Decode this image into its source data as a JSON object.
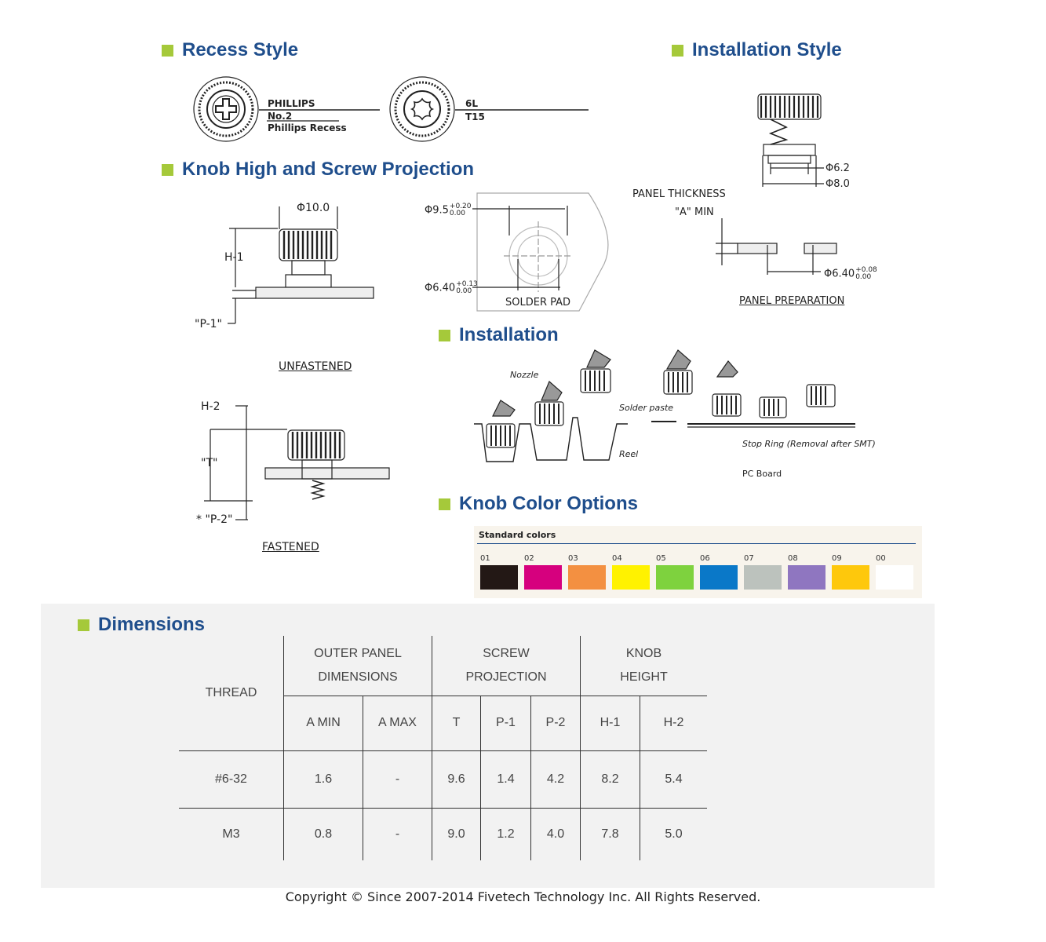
{
  "headings": {
    "recess_style": "Recess Style",
    "installation_style": "Installation Style",
    "knob_high": "Knob High and Screw Projection",
    "installation": "Installation",
    "knob_color": "Knob Color Options",
    "dimensions": "Dimensions"
  },
  "recess": {
    "phillips_line1": "PHILLIPS",
    "phillips_line2": "No.2",
    "phillips_line3": "Phillips Recess",
    "torx_line1": "6L",
    "torx_line2": "T15"
  },
  "install_style": {
    "d1": "Φ6.2",
    "d2": "Φ8.0",
    "panel_thickness": "PANEL THICKNESS",
    "a_min": "\"A\" MIN",
    "hole_base": "Φ6.40",
    "hole_tol_up": "+0.08",
    "hole_tol_down": "0.00",
    "panel_preparation": "PANEL PREPARATION"
  },
  "solder_pad": {
    "outer_base": "Φ9.5",
    "outer_tol_up": "+0.20",
    "outer_tol_down": "0.00",
    "inner_base": "Φ6.40",
    "inner_tol_up": "+0.13",
    "inner_tol_down": "0.00",
    "label": "SOLDER PAD"
  },
  "knob_high": {
    "dia": "Φ10.0",
    "h1": "H-1",
    "p1": "\"P-1\"",
    "unfastened": "UNFASTENED",
    "h2": "H-2",
    "t": "\"T\"",
    "p2": "* \"P-2\"",
    "fastened": "FASTENED"
  },
  "installation": {
    "nozzle": "Nozzle",
    "solder_paste": "Solder paste",
    "reel": "Reel",
    "stop_ring": "Stop Ring (Removal after SMT)",
    "pc_board": "PC Board"
  },
  "colors": {
    "title": "Standard colors",
    "swatches": [
      {
        "code": "01",
        "color": "#231815"
      },
      {
        "code": "02",
        "color": "#d6007e"
      },
      {
        "code": "03",
        "color": "#f39041"
      },
      {
        "code": "04",
        "color": "#fff200"
      },
      {
        "code": "05",
        "color": "#7ed23e"
      },
      {
        "code": "06",
        "color": "#0a78c8"
      },
      {
        "code": "07",
        "color": "#bcc2bd"
      },
      {
        "code": "08",
        "color": "#8f76c0"
      },
      {
        "code": "09",
        "color": "#fec80c"
      },
      {
        "code": "00",
        "color": "#ffffff"
      }
    ]
  },
  "dimensions": {
    "thread": "THREAD",
    "outer_panel_1": "OUTER PANEL",
    "outer_panel_2": "DIMENSIONS",
    "screw_proj_1": "SCREW",
    "screw_proj_2": "PROJECTION",
    "knob_height_1": "KNOB",
    "knob_height_2": "HEIGHT",
    "sub": [
      "A MIN",
      "A MAX",
      "T",
      "P-1",
      "P-2",
      "H-1",
      "H-2"
    ],
    "rows": [
      [
        "#6-32",
        "1.6",
        "-",
        "9.6",
        "1.4",
        "4.2",
        "8.2",
        "5.4"
      ],
      [
        "M3",
        "0.8",
        "-",
        "9.0",
        "1.2",
        "4.0",
        "7.8",
        "5.0"
      ]
    ]
  },
  "copyright": "Copyright © Since 2007-2014 Fivetech Technology Inc. All Rights Reserved."
}
